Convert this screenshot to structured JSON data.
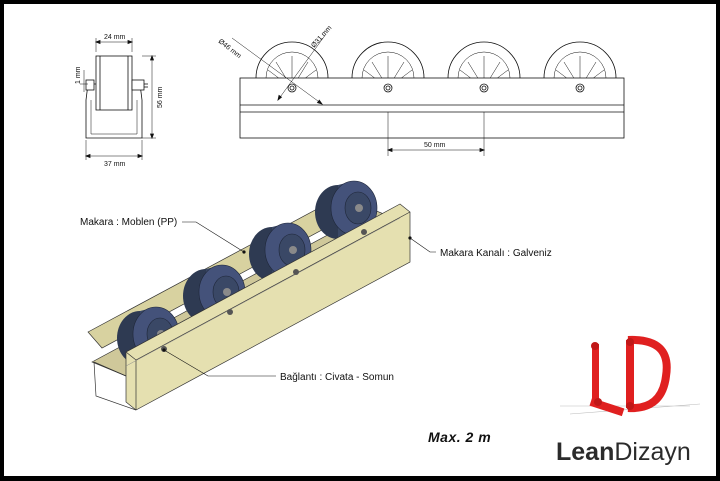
{
  "side_view": {
    "width_top": "24 mm",
    "thickness": "1 mm",
    "height": "56 mm",
    "width_bottom": "37 mm"
  },
  "front_view": {
    "wheel_diameter": "Ø46 mm",
    "hub_diameter": "Ø31 mm",
    "pitch": "50 mm"
  },
  "callouts": {
    "roller": "Makara : Moblen (PP)",
    "channel": "Makara Kanalı : Galveniz",
    "connection": "Bağlantı : Civata - Somun"
  },
  "max_length": "Max. 2 m",
  "brand": {
    "lean": "Lean",
    "dizayn": "Dizayn",
    "logo_letters": "LD"
  },
  "colors": {
    "channel": "#e5e0b0",
    "roller": "#3a4560",
    "logo_red": "#e02020"
  }
}
